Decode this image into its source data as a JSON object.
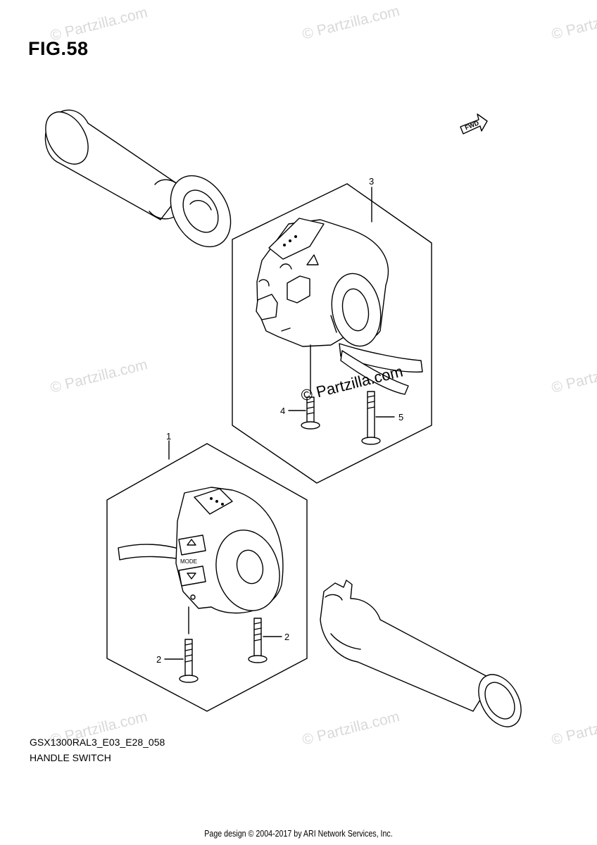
{
  "figure": {
    "title": "FIG.58",
    "model_code": "GSX1300RAL3_E03_E28_058",
    "section_name": "HANDLE SWITCH",
    "credit": "Page design © 2004-2017 by ARI Network Services, Inc.",
    "fwd_label": "FWD"
  },
  "callouts": {
    "c1": "1",
    "c2a": "2",
    "c2b": "2",
    "c3": "3",
    "c4": "4",
    "c5": "5"
  },
  "watermark": {
    "text": "© Partzilla.com"
  },
  "switch_labels": {
    "mode": "MODE"
  }
}
